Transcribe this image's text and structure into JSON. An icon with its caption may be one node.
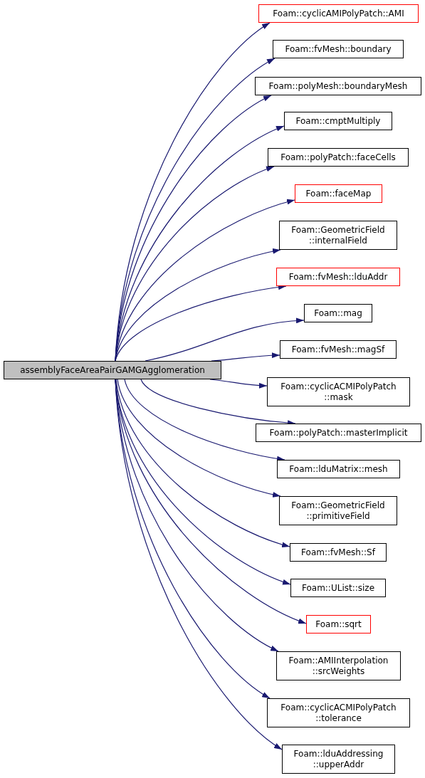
{
  "diagram": {
    "nodes": [
      {
        "text": [
          "assemblyFaceAreaPairGAMGAgglomeration"
        ]
      },
      {
        "text": [
          "Foam::cyclicAMIPolyPatch::AMI"
        ]
      },
      {
        "text": [
          "Foam::fvMesh::boundary"
        ]
      },
      {
        "text": [
          "Foam::polyMesh::boundaryMesh"
        ]
      },
      {
        "text": [
          "Foam::cmptMultiply"
        ]
      },
      {
        "text": [
          "Foam::polyPatch::faceCells"
        ]
      },
      {
        "text": [
          "Foam::faceMap"
        ]
      },
      {
        "text": [
          "Foam::GeometricField ::internalField"
        ]
      },
      {
        "text": [
          "Foam::fvMesh::lduAddr"
        ]
      },
      {
        "text": [
          "Foam::mag"
        ]
      },
      {
        "text": [
          "Foam::fvMesh::magSf"
        ]
      },
      {
        "text": [
          "Foam::cyclicACMIPolyPatch ::mask"
        ]
      },
      {
        "text": [
          "Foam::polyPatch::masterImplicit"
        ]
      },
      {
        "text": [
          "Foam::lduMatrix::mesh"
        ]
      },
      {
        "text": [
          "Foam::GeometricField ::primitiveField"
        ]
      },
      {
        "text": [
          "Foam::fvMesh::Sf"
        ]
      },
      {
        "text": [
          "Foam::UList::size"
        ]
      },
      {
        "text": [
          "Foam::sqrt"
        ]
      },
      {
        "text": [
          "Foam::AMIInterpolation ::srcWeights"
        ]
      },
      {
        "text": [
          "Foam::cyclicACMIPolyPatch ::tolerance"
        ]
      },
      {
        "text": [
          "Foam::lduAddressing ::upperAddr"
        ]
      }
    ],
    "edges": [
      {
        "from": 0,
        "to": 1,
        "arrow": "to"
      },
      {
        "from": 0,
        "to": 2,
        "arrow": "to"
      },
      {
        "from": 0,
        "to": 3,
        "arrow": "to"
      },
      {
        "from": 0,
        "to": 4,
        "arrow": "to"
      },
      {
        "from": 0,
        "to": 5,
        "arrow": "to"
      },
      {
        "from": 0,
        "to": 6,
        "arrow": "to"
      },
      {
        "from": 0,
        "to": 7,
        "arrow": "to"
      },
      {
        "from": 0,
        "to": 8,
        "arrow": "to"
      },
      {
        "from": 0,
        "to": 9,
        "arrow": "to"
      },
      {
        "from": 0,
        "to": 10,
        "arrow": "to"
      },
      {
        "from": 0,
        "to": 11,
        "arrow": "to"
      },
      {
        "from": 0,
        "to": 12,
        "arrow": "to"
      },
      {
        "from": 0,
        "to": 13,
        "arrow": "to"
      },
      {
        "from": 0,
        "to": 14,
        "arrow": "to"
      },
      {
        "from": 0,
        "to": 15,
        "arrow": "to"
      },
      {
        "from": 0,
        "to": 16,
        "arrow": "to"
      },
      {
        "from": 0,
        "to": 17,
        "arrow": "to"
      },
      {
        "from": 0,
        "to": 18,
        "arrow": "to"
      },
      {
        "from": 0,
        "to": 19,
        "arrow": "to"
      },
      {
        "from": 0,
        "to": 20,
        "arrow": "to"
      }
    ]
  }
}
